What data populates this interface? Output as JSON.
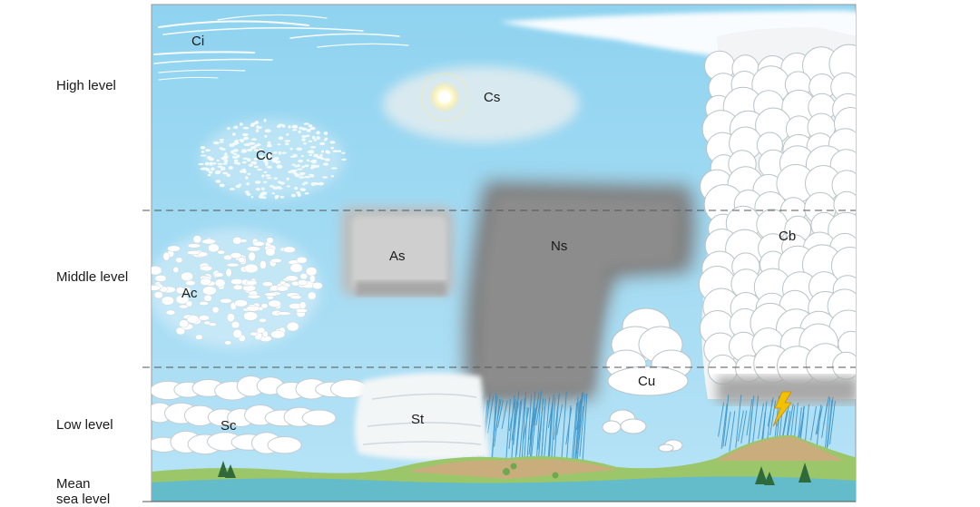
{
  "levels": {
    "high": "High level",
    "middle": "Middle level",
    "low": "Low level",
    "sea_line1": "Mean",
    "sea_line2": "sea level"
  },
  "clouds": {
    "ci": "Ci",
    "cs": "Cs",
    "cc": "Cc",
    "as": "As",
    "ns": "Ns",
    "cb": "Cb",
    "ac": "Ac",
    "cu": "Cu",
    "sc": "Sc",
    "st": "St"
  },
  "colors": {
    "sky": "#8fd3f0",
    "ground": "#9cc66a",
    "water": "#5bb8d9",
    "nimbus": "#8a8a8a",
    "lightning": "#f2c200"
  }
}
